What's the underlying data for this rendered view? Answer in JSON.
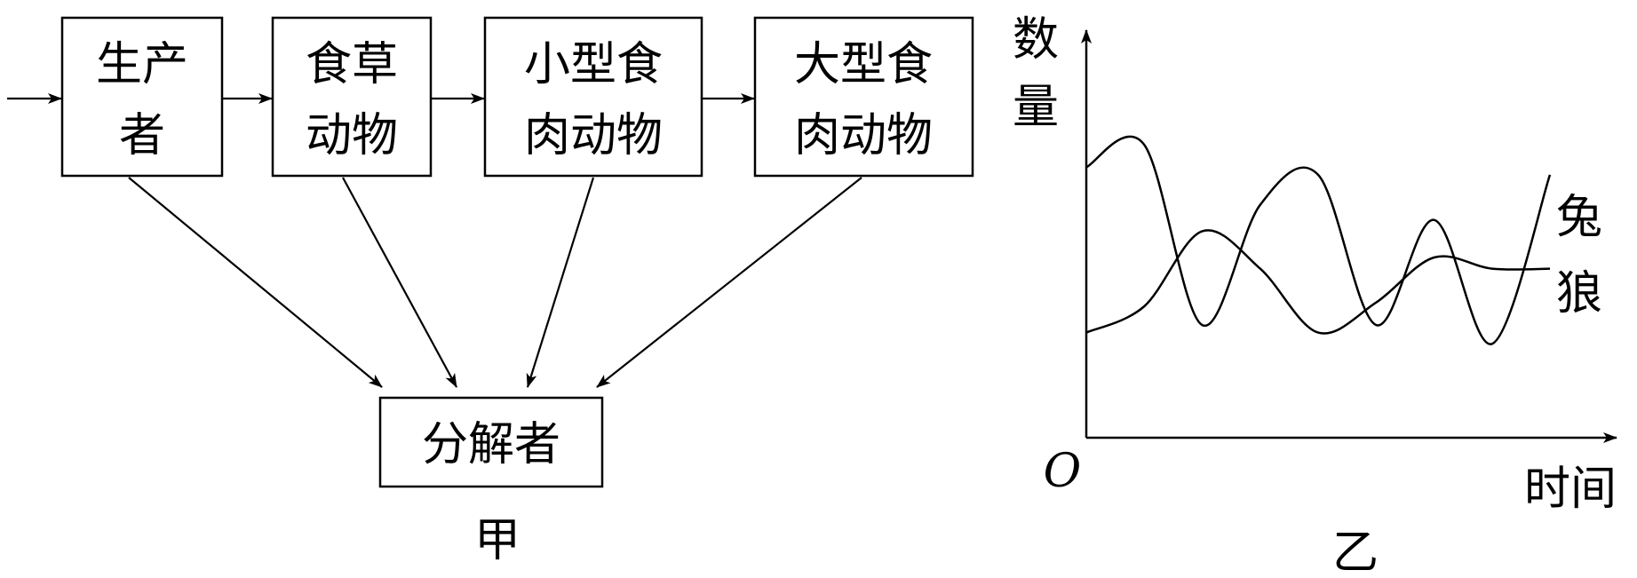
{
  "diagram_jia": {
    "boxes": [
      {
        "id": "producer",
        "lines": [
          "生产",
          "者"
        ]
      },
      {
        "id": "herbivore",
        "lines": [
          "食草",
          "动物"
        ]
      },
      {
        "id": "small-carnivore",
        "lines": [
          "小型食",
          "肉动物"
        ]
      },
      {
        "id": "large-carnivore",
        "lines": [
          "大型食",
          "肉动物"
        ]
      },
      {
        "id": "decomposer",
        "lines": [
          "分解者"
        ]
      }
    ],
    "caption": "甲"
  },
  "chart_yi": {
    "caption": "乙",
    "origin_label": "O",
    "chart_data": {
      "type": "line",
      "ylabel": "数量",
      "xlabel": "时间",
      "series": [
        {
          "name": "兔",
          "x": [
            0,
            1,
            2,
            3,
            4,
            5,
            6,
            7,
            8
          ],
          "values": [
            0.72,
            0.78,
            0.3,
            0.62,
            0.7,
            0.3,
            0.58,
            0.25,
            0.7
          ]
        },
        {
          "name": "狼",
          "x": [
            0,
            1,
            2,
            3,
            4,
            5,
            6,
            7,
            8
          ],
          "values": [
            0.28,
            0.35,
            0.55,
            0.45,
            0.28,
            0.36,
            0.48,
            0.45,
            0.45
          ]
        }
      ]
    }
  }
}
